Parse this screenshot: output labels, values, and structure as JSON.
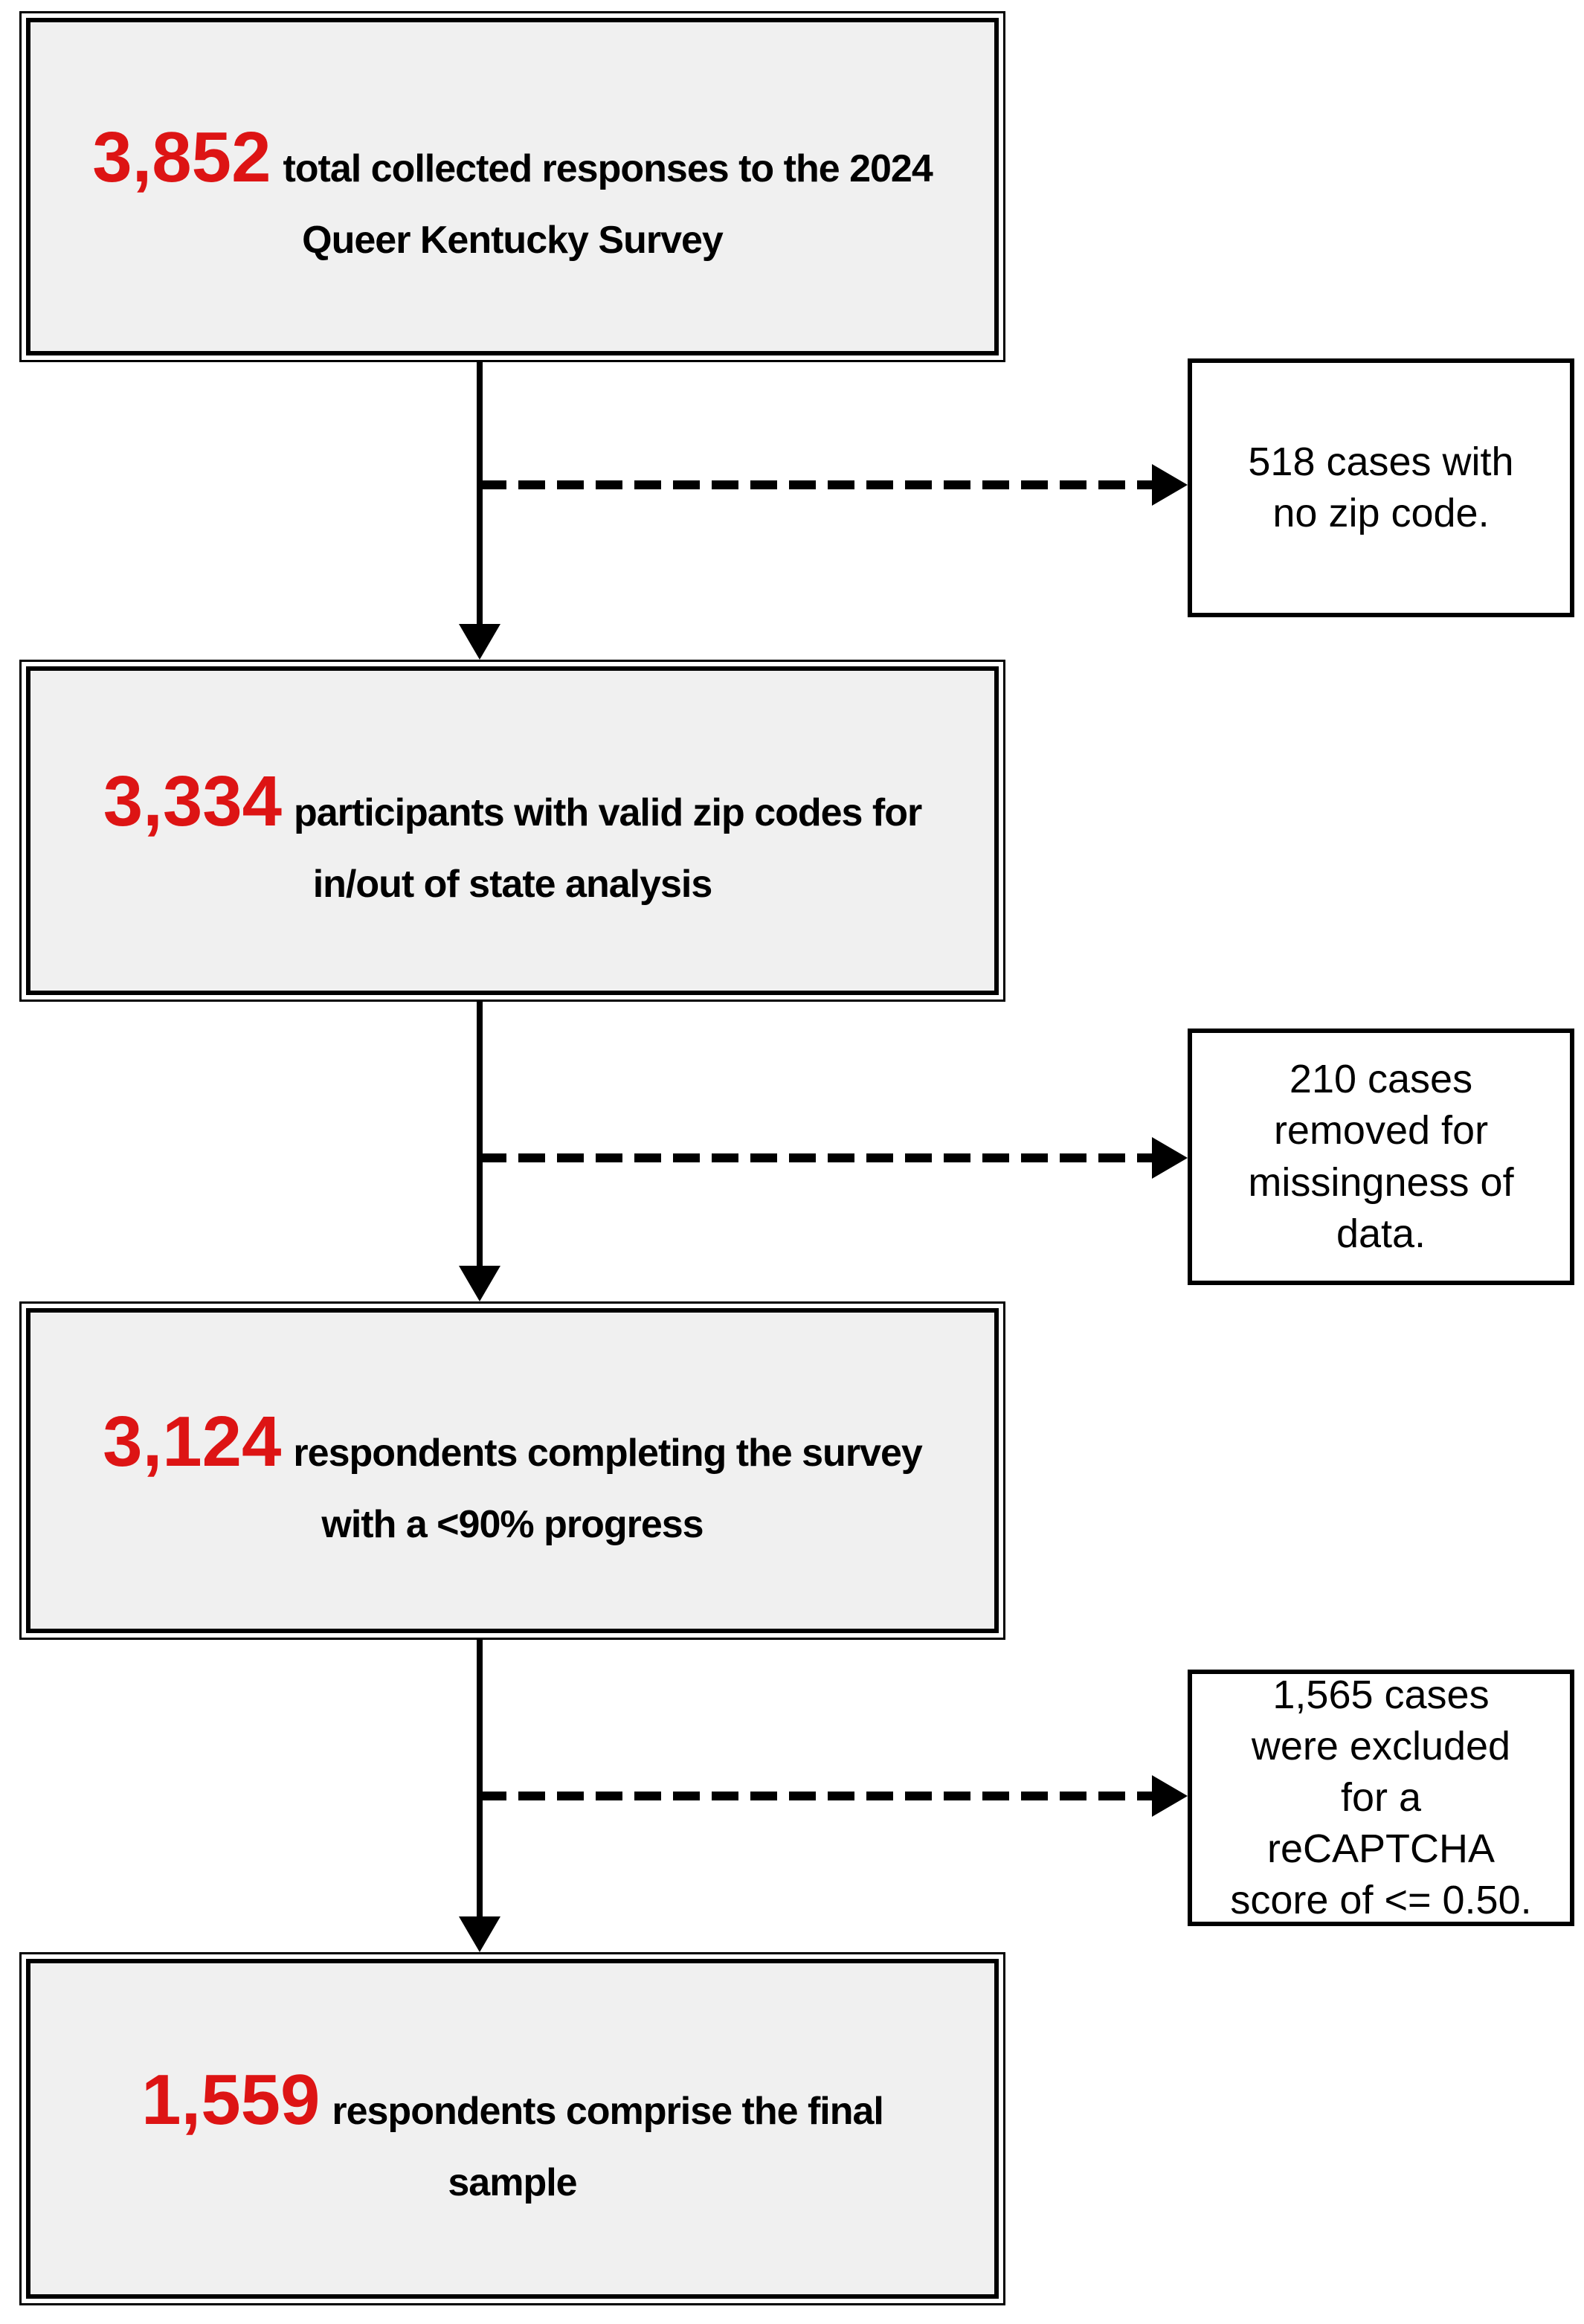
{
  "colors": {
    "accent_red": "#dd1414",
    "box_fill_gray": "#f0f0f0",
    "line_black": "#000000",
    "background": "#ffffff"
  },
  "main_boxes": [
    {
      "number": "3,852",
      "line1": "total collected responses to the 2024",
      "line2": "Queer Kentucky Survey"
    },
    {
      "number": "3,334",
      "line1": "participants with valid zip codes for",
      "line2": "in/out of state analysis"
    },
    {
      "number": "3,124",
      "line1": "respondents completing the survey",
      "line2": "with a <90% progress"
    },
    {
      "number": "1,559",
      "line1": "respondents comprise the final",
      "line2": "sample"
    }
  ],
  "side_boxes": [
    {
      "text": "518 cases with\nno zip code."
    },
    {
      "text": "210 cases\nremoved for\nmissingness of\ndata."
    },
    {
      "text": "1,565 cases\nwere excluded\nfor a\nreCAPTCHA\nscore of <= 0.50."
    }
  ]
}
